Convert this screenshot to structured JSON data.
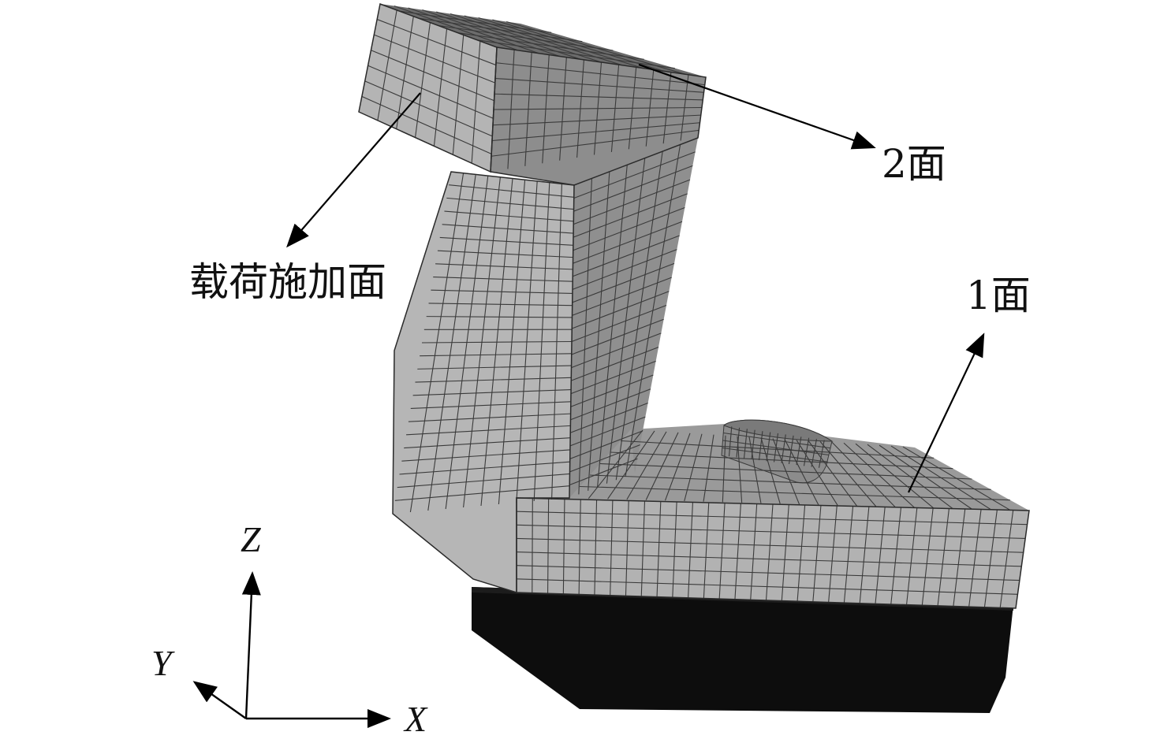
{
  "labels": {
    "load_face": "载荷施加面",
    "face_2": "2面",
    "face_1": "1面"
  },
  "axes": {
    "x": "X",
    "y": "Y",
    "z": "Z"
  },
  "colors": {
    "mesh_light": "#b0b0b0",
    "mesh_mid": "#8e8e8e",
    "mesh_dark": "#6a6a6a",
    "grid_line": "#3a3a3a",
    "base_block": "#0d0d0d",
    "arrow": "#000000"
  }
}
